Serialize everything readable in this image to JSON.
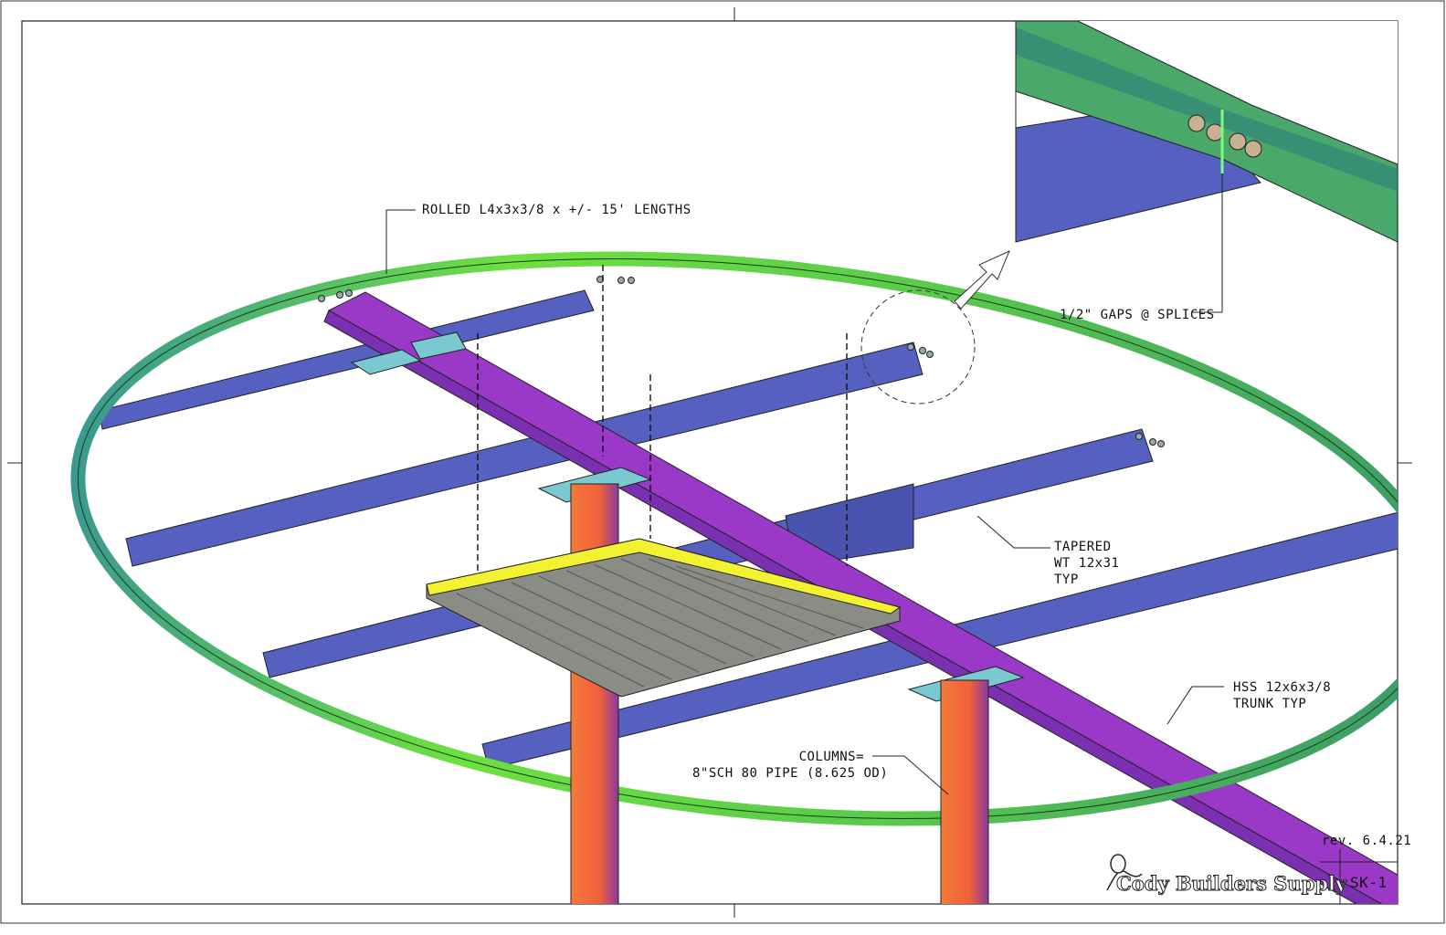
{
  "sheet": {
    "revision": "rev. 6.4.21",
    "sheet_number": "SK-1",
    "company": "Cody Builders Supply"
  },
  "callouts": {
    "ring": "ROLLED L4x3x3/8 x +/- 15' LENGTHS",
    "gaps": "1/2\" GAPS @ SPLICES",
    "tapered": [
      "TAPERED",
      "WT 12x31",
      "TYP"
    ],
    "trunk": [
      "HSS 12x6x3/8",
      "TRUNK TYP"
    ],
    "columns": [
      "COLUMNS=",
      "8\"SCH 80 PIPE (8.625 OD)"
    ]
  },
  "colors": {
    "ring": "#4fc24f",
    "beams": "#5560c0",
    "trunk": "#9030c0",
    "columns": "#f06a3c",
    "platform_edge": "#f2f230",
    "decking": "#8a8c86"
  }
}
